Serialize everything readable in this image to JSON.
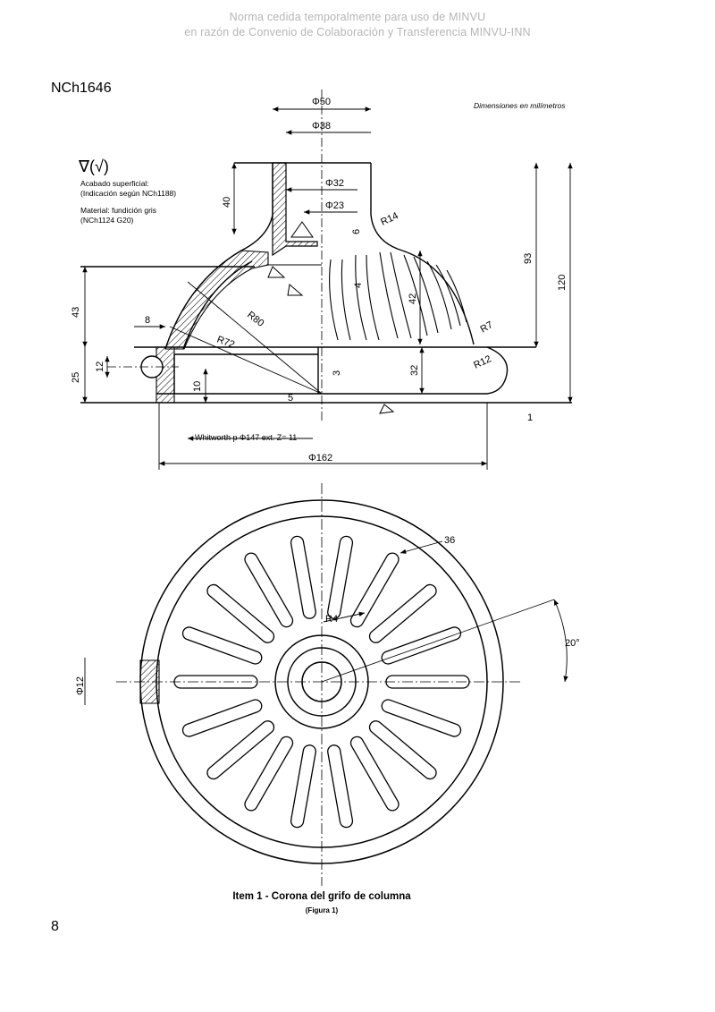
{
  "watermark": {
    "line1": "Norma cedida temporalmente para uso de MINVU",
    "line2": "en razón de Convenio de Colaboración y Transferencia MINVU-INN"
  },
  "header": {
    "code": "NCh1646"
  },
  "drawing": {
    "units_note": "Dimensiones en milímetros",
    "finish_symbol": "∇(√)",
    "finish_label": "Acabado superficial:",
    "finish_ref": "(Indicación según NCh1188)",
    "material_label": "Material: fundición gris",
    "material_ref": "(NCh1124 G20)",
    "thread_note": "Whitworth p Φ147 ext. Z= 11",
    "dims": {
      "d50": "Φ50",
      "d38": "Φ38",
      "d32": "Φ32",
      "d23": "Φ23",
      "d162": "Φ162",
      "d12": "Φ12",
      "h40": "40",
      "h43": "43",
      "h25": "25",
      "h12": "12",
      "h10": "10",
      "h8": "8",
      "h3": "3",
      "h5": "5",
      "h6": "6",
      "h4": "4",
      "h42": "42",
      "h93": "93",
      "h120": "120",
      "h32": "32",
      "h1": "1",
      "r14": "R14",
      "r80": "R80",
      "r72": "R72",
      "r7": "R7",
      "r12": "R12",
      "r4": "R4",
      "r36": "36",
      "e8": "8",
      "angle": "20°"
    }
  },
  "caption": {
    "title": "Item 1 - Corona del grifo de columna",
    "figure": "(Figura 1)"
  },
  "page": {
    "number": "8"
  }
}
